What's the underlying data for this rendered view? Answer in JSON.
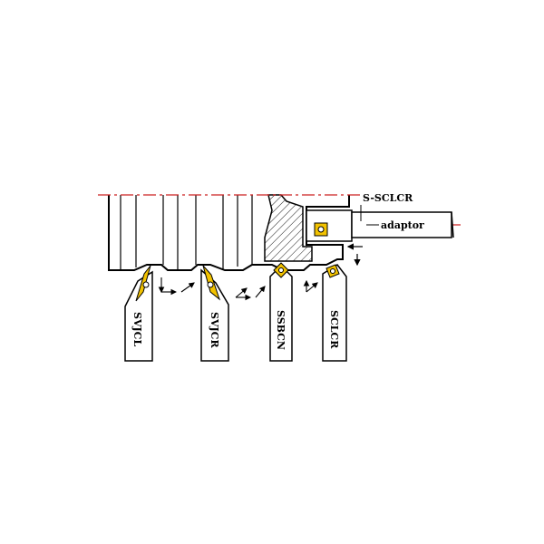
{
  "diagram": {
    "callouts": {
      "boring_bar": "S-SCLCR",
      "adaptor": "adaptor"
    },
    "holders": [
      {
        "id": "svjcl",
        "label": "SVJCL"
      },
      {
        "id": "svjcr",
        "label": "SVJCR"
      },
      {
        "id": "ssbcn",
        "label": "SSBCN"
      },
      {
        "id": "sclcr",
        "label": "SCLCR"
      }
    ],
    "colors": {
      "workpiece_outline": "#000000",
      "centerline": "#cc2222",
      "insert": "#f2c200",
      "hatch": "#000000"
    },
    "icons": [
      "feed-arrow-icon",
      "insert-icon",
      "hatch-section-icon"
    ]
  }
}
